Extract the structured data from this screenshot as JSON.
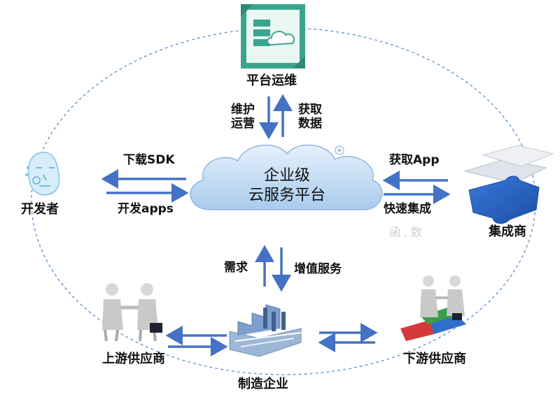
{
  "nodes": {
    "ops": "平台运维",
    "developer": "开发者",
    "integrator": "集成商",
    "upstream": "上游供应商",
    "downstream": "下游供应商",
    "manufacturer": "制造企业"
  },
  "cloud": {
    "line1": "企业级",
    "line2": "云服务平台"
  },
  "edges": {
    "maintain_ops_1": "维护",
    "maintain_ops_2": "运营",
    "get_data_1": "获取",
    "get_data_2": "数据",
    "download_sdk": "下载SDK",
    "develop_apps": "开发apps",
    "get_app": "获取App",
    "fast_integration": "快速集成",
    "demand": "需求",
    "value_added": "增值服务"
  },
  "faint_text": "函,数",
  "colors": {
    "arrow": "#4472c4",
    "cloud": "#b9d5f2",
    "dash": "#5b8fc9",
    "ops_icon": "#3aa58f"
  }
}
